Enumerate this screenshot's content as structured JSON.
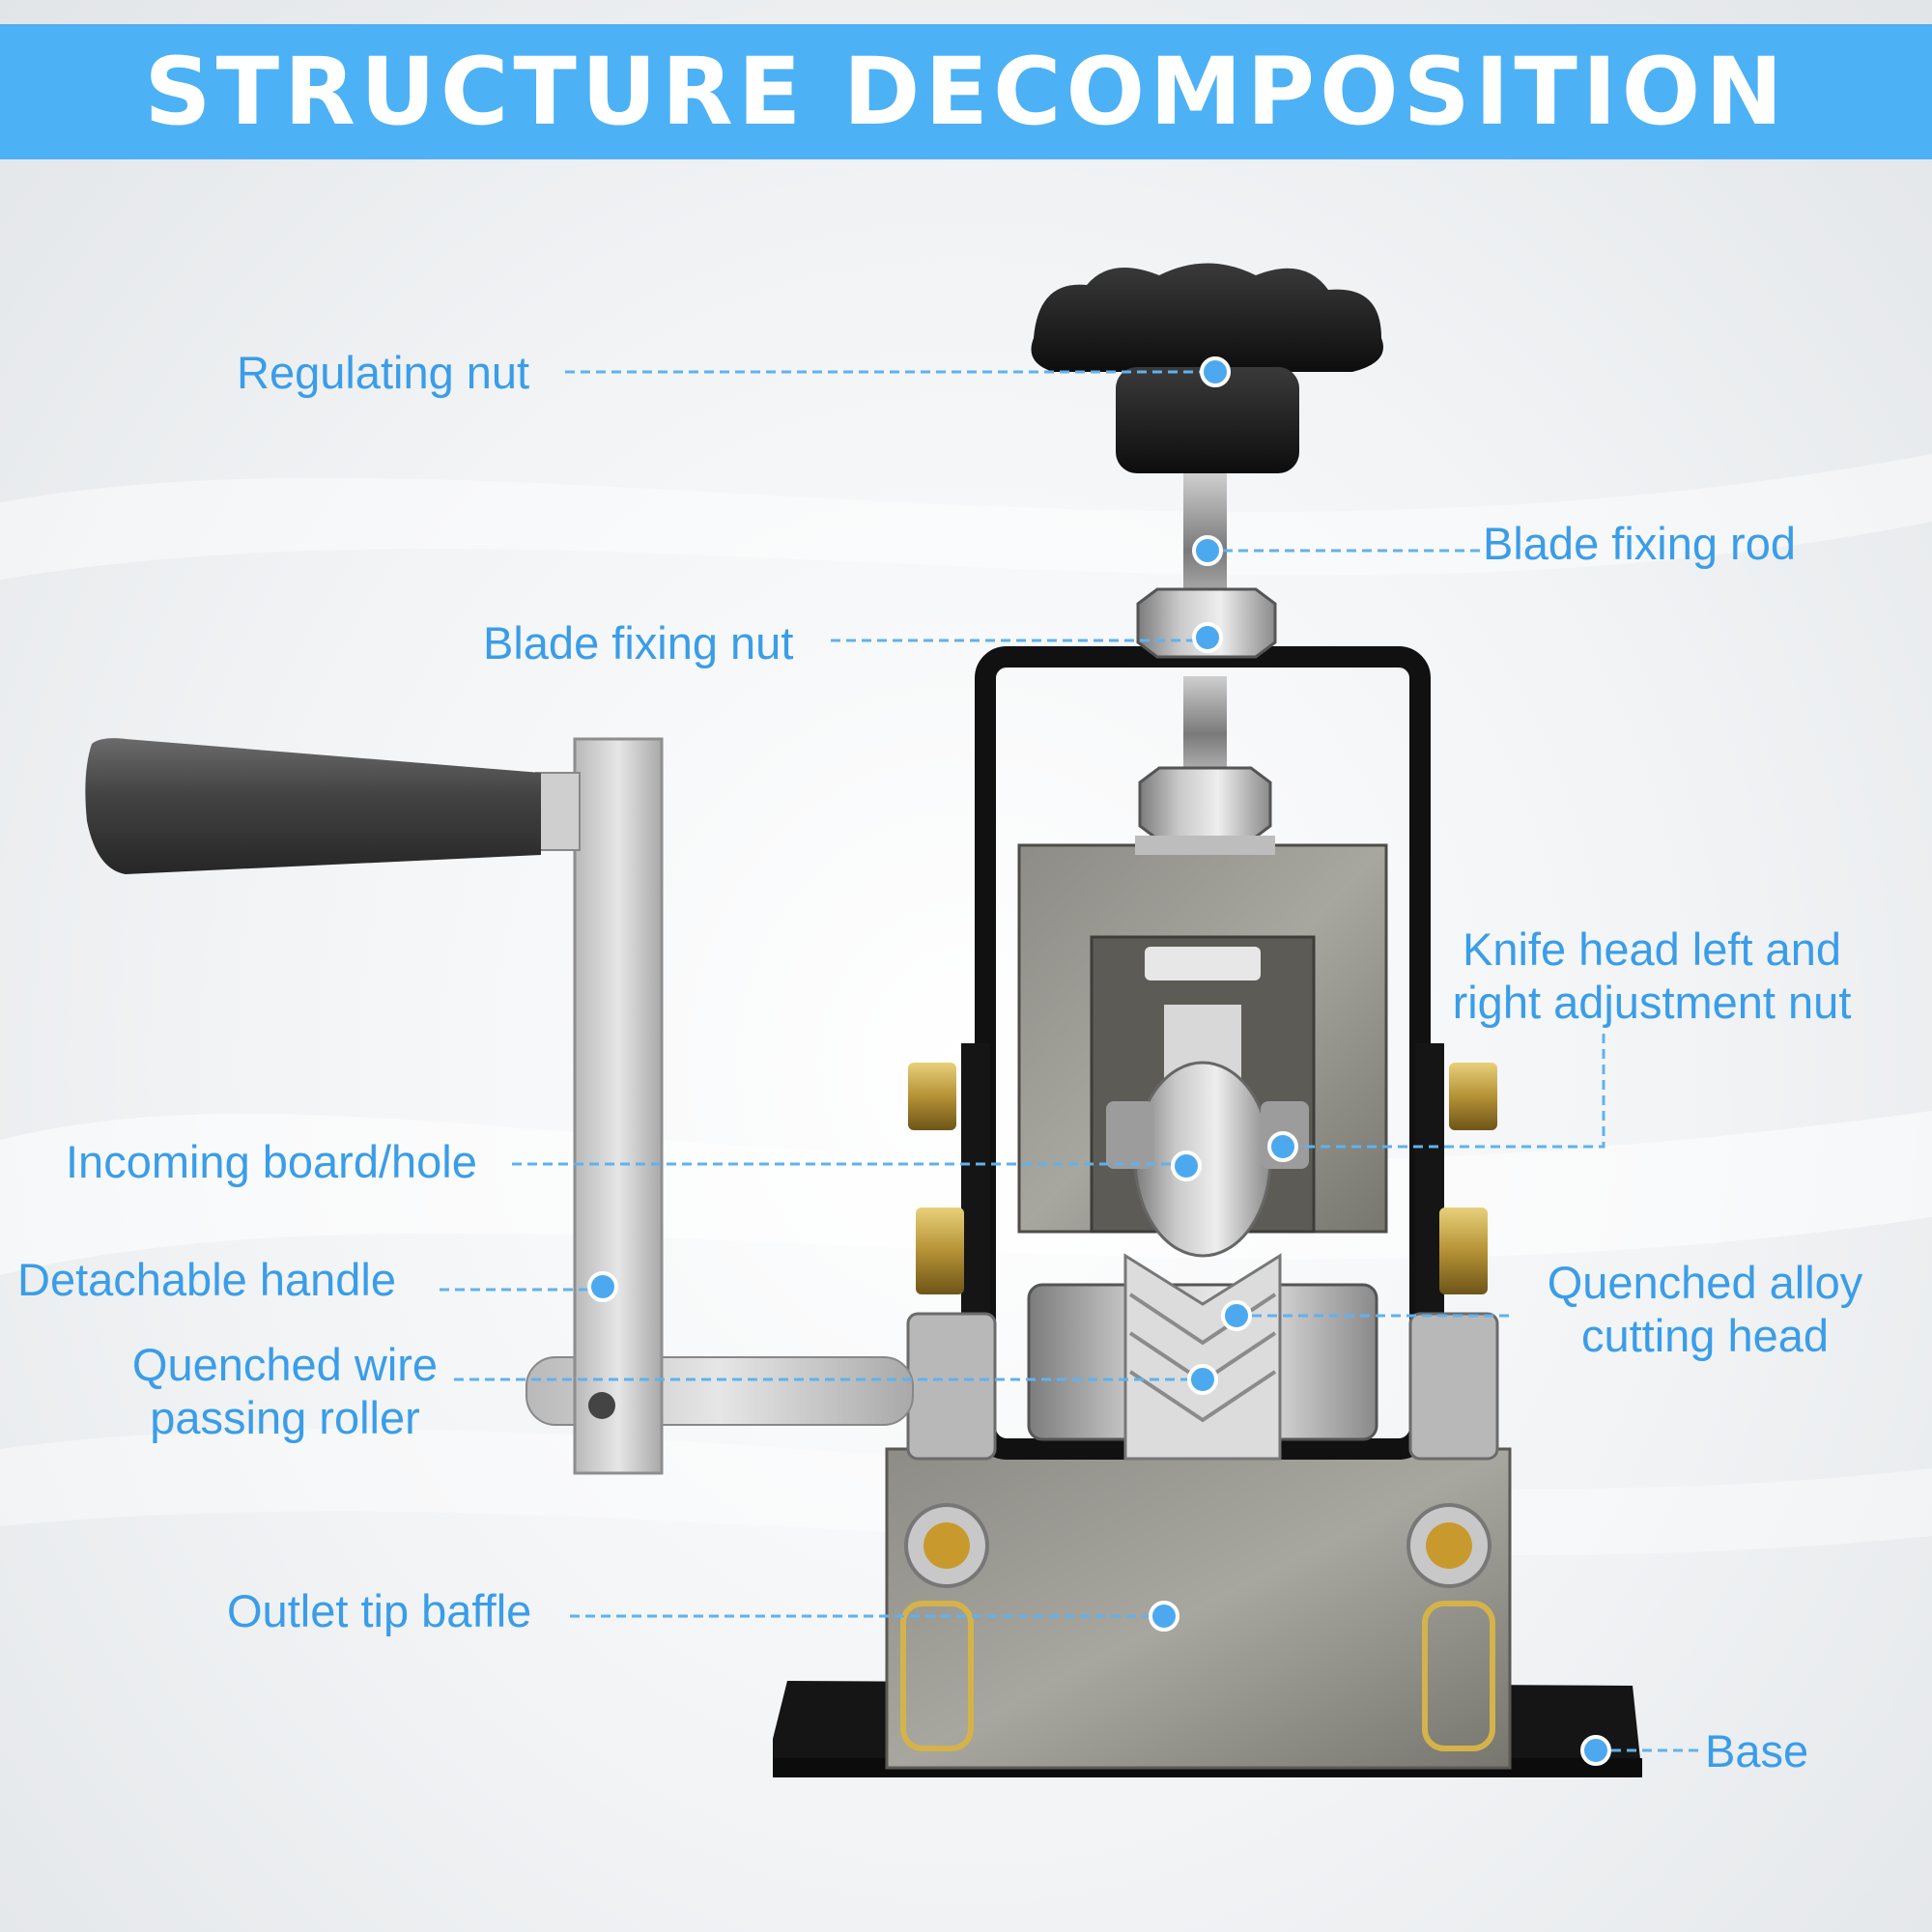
{
  "header": {
    "title": "STRUCTURE DECOMPOSITION",
    "background": "#4db1f5",
    "text_color": "#ffffff"
  },
  "callouts": {
    "regulating_nut": "Regulating nut",
    "blade_fixing_rod": "Blade fixing rod",
    "blade_fixing_nut": "Blade fixing nut",
    "knife_adjust_line1": "Knife head left and",
    "knife_adjust_line2": "right adjustment nut",
    "incoming_board": "Incoming board/hole",
    "detachable_handle": "Detachable handle",
    "quenched_roller_line1": "Quenched wire",
    "quenched_roller_line2": "passing roller",
    "cutting_head_line1": "Quenched alloy",
    "cutting_head_line2": "cutting head",
    "outlet_baffle": "Outlet tip baffle",
    "base": "Base"
  },
  "colors": {
    "callout_text": "#3a9de8",
    "leader_line": "#5fb2ee",
    "marker": "#4da9ef"
  }
}
